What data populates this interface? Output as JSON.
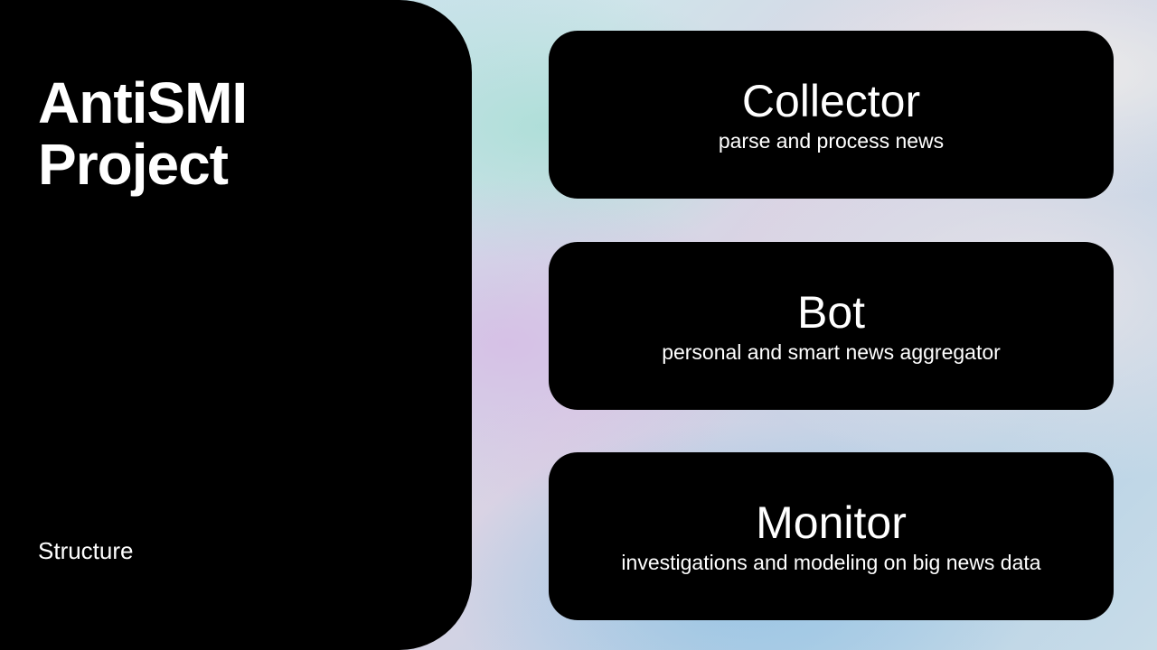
{
  "slide": {
    "title_line1": "AntiSMI",
    "title_line2": "Project",
    "section_label": "Structure"
  },
  "cards": [
    {
      "title": "Collector",
      "subtitle": "parse and process news"
    },
    {
      "title": "Bot",
      "subtitle": "personal and smart news aggregator"
    },
    {
      "title": "Monitor",
      "subtitle": "investigations and modeling on big news data"
    }
  ]
}
